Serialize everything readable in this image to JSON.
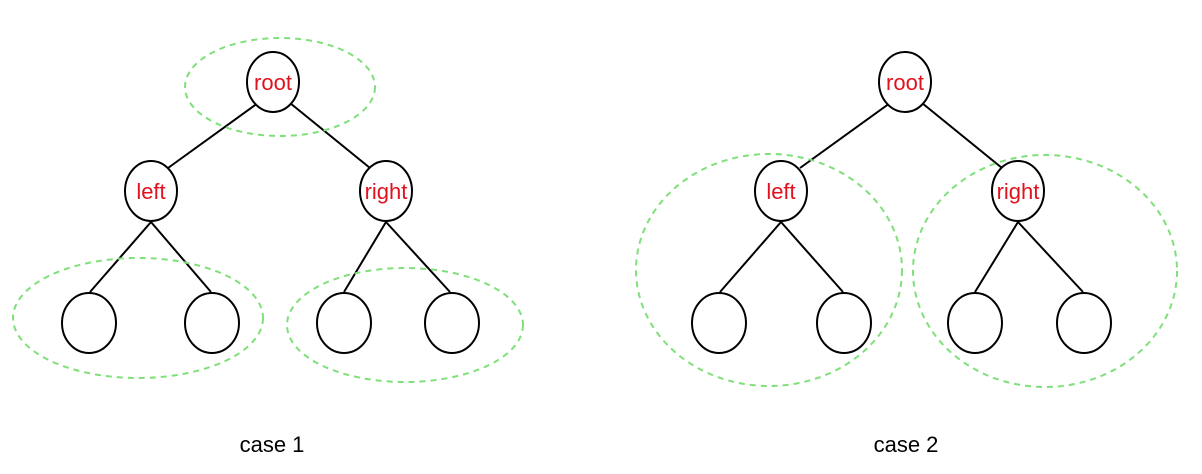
{
  "colors": {
    "node_label": "#e0121f",
    "group_outline": "#7fe07a",
    "edge": "#000000",
    "caption": "#000000"
  },
  "case1": {
    "caption": "case 1",
    "root_label": "root",
    "left_label": "left",
    "right_label": "right"
  },
  "case2": {
    "caption": "case 2",
    "root_label": "root",
    "left_label": "left",
    "right_label": "right"
  }
}
